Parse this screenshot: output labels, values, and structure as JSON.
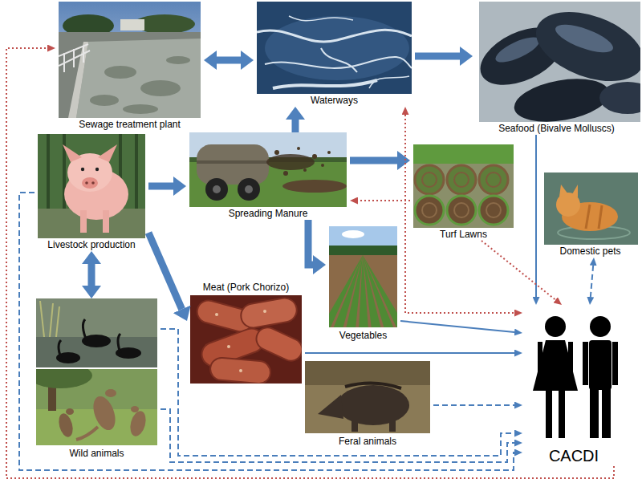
{
  "diagram": {
    "nodes": [
      {
        "text": [
          "Sewage treatment plant"
        ]
      },
      {
        "text": [
          "Waterways"
        ]
      },
      {
        "text": [
          "Seafood (Bivalve Molluscs)"
        ]
      },
      {
        "text": [
          "Livestock production"
        ]
      },
      {
        "text": [
          "Spreading Manure"
        ]
      },
      {
        "text": [
          "Turf Lawns"
        ]
      },
      {
        "text": [
          "Domestic pets"
        ]
      },
      {
        "text": [
          "Vegetables"
        ]
      },
      {
        "text": [
          "Meat (Pork Chorizo)"
        ]
      },
      {
        "text": [
          "Wild animals"
        ]
      },
      {
        "text": [
          "Feral animals"
        ]
      },
      {
        "text": [
          "CACDI"
        ]
      }
    ],
    "edges": [
      {
        "from": 0,
        "to": 1,
        "arrow": "both"
      },
      {
        "from": 1,
        "to": 2,
        "arrow": "to"
      },
      {
        "from": 4,
        "to": 1,
        "arrow": "to"
      },
      {
        "from": 3,
        "to": 4,
        "arrow": "to"
      },
      {
        "from": 4,
        "to": 5,
        "arrow": "to"
      },
      {
        "from": 4,
        "to": 7,
        "arrow": "to"
      },
      {
        "from": 3,
        "to": 8,
        "arrow": "to"
      },
      {
        "from": 3,
        "to": 9,
        "arrow": "both"
      },
      {
        "from": 2,
        "to": 11,
        "arrow": "to"
      },
      {
        "from": 7,
        "to": 11,
        "arrow": "to"
      },
      {
        "from": 8,
        "to": 11,
        "arrow": "to"
      },
      {
        "from": 6,
        "to": 11,
        "arrow": "both"
      },
      {
        "from": 5,
        "to": 11,
        "arrow": "to"
      },
      {
        "from": 1,
        "to": 11,
        "arrow": "both"
      },
      {
        "from": 5,
        "to": 4,
        "arrow": "to"
      },
      {
        "from": 11,
        "to": 0,
        "arrow": "to"
      },
      {
        "from": 3,
        "to": 11,
        "arrow": "to"
      },
      {
        "from": 9,
        "to": 11,
        "arrow": "to"
      },
      {
        "from": 9,
        "to": 11,
        "arrow": "to"
      },
      {
        "from": 10,
        "to": 11,
        "arrow": "to"
      }
    ]
  }
}
